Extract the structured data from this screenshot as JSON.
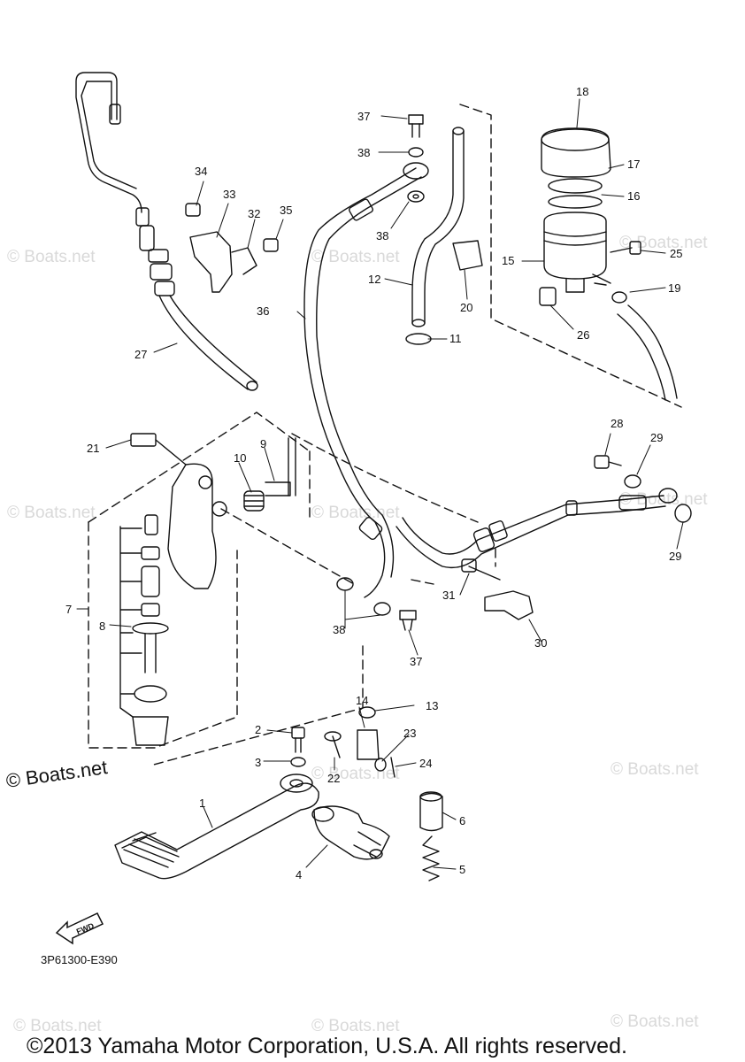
{
  "diagram_code": "3P61300-E390",
  "copyright": "©2013 Yamaha Motor Corporation, U.S.A. All rights reserved.",
  "watermark": "© Boats.net",
  "fwd_label": "FWD",
  "callouts": [
    "1",
    "2",
    "3",
    "4",
    "5",
    "6",
    "7",
    "8",
    "9",
    "10",
    "11",
    "12",
    "13",
    "14",
    "15",
    "16",
    "17",
    "18",
    "19",
    "20",
    "21",
    "22",
    "23",
    "24",
    "25",
    "26",
    "27",
    "28",
    "29",
    "30",
    "31",
    "32",
    "33",
    "34",
    "35",
    "36",
    "37",
    "38"
  ]
}
